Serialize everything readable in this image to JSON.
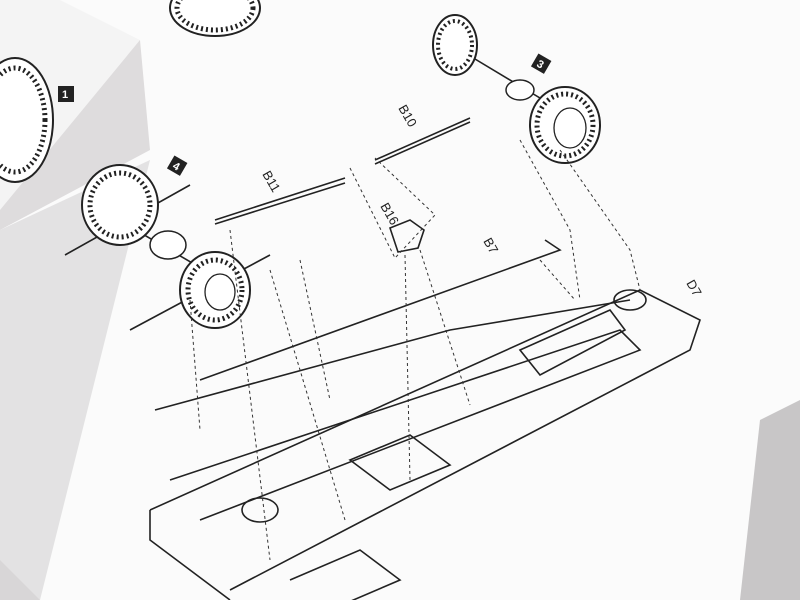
{
  "steps": {
    "step1": "1",
    "step3": "3",
    "step4": "4"
  },
  "parts": {
    "b10": "B10",
    "b11": "B11",
    "b16": "B16",
    "b7": "B7",
    "d7": "D7"
  },
  "colors": {
    "paper": "#fbfbfb",
    "ink": "#222222",
    "shadow": "#d9d7d8"
  }
}
